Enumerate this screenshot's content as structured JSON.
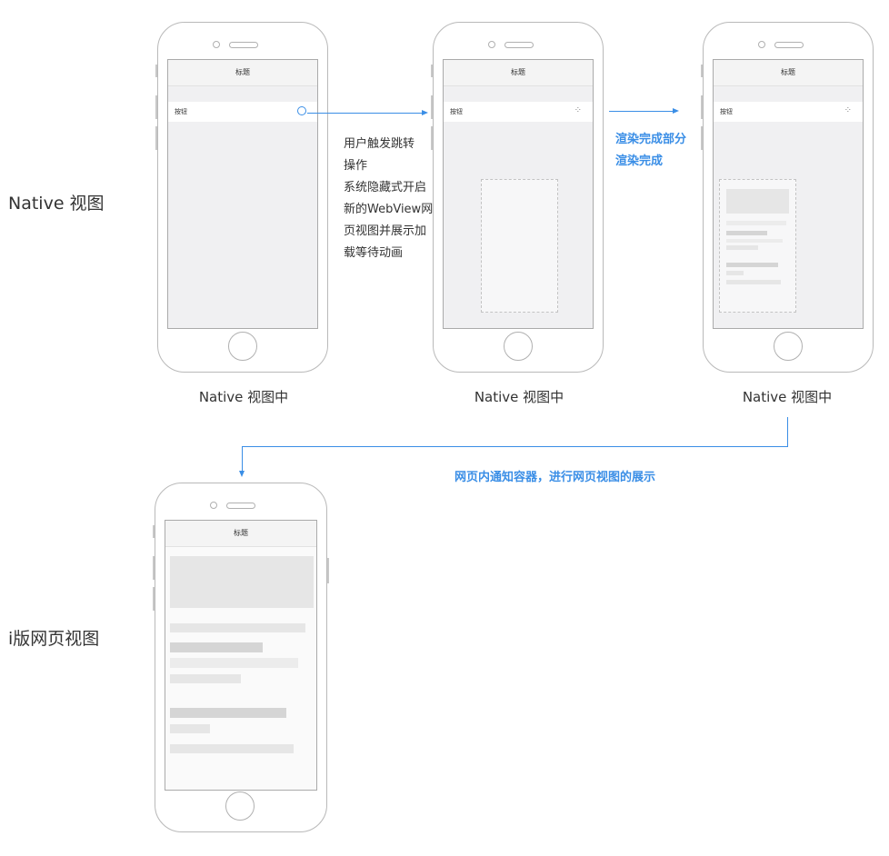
{
  "row_labels": {
    "native": "Native 视图",
    "iversion": "i版网页视图"
  },
  "phone_captions": [
    "Native 视图中",
    "Native 视图中",
    "Native 视图中"
  ],
  "screen": {
    "title": "标题",
    "button": "按钮",
    "spinner": "⁘"
  },
  "steps": {
    "user_action": [
      "用户触发跳转",
      "操作",
      "系统隐藏式开启",
      "新的WebView网",
      "页视图并展示加",
      "载等待动画"
    ],
    "render": [
      "渲染完成部分",
      "渲染完成"
    ],
    "notify": "网页内通知容器，进行网页视图的展示"
  },
  "colors": {
    "accent": "#3a8ee6",
    "frame": "#b9b9b9",
    "screen_bg": "#f0f0f2"
  }
}
